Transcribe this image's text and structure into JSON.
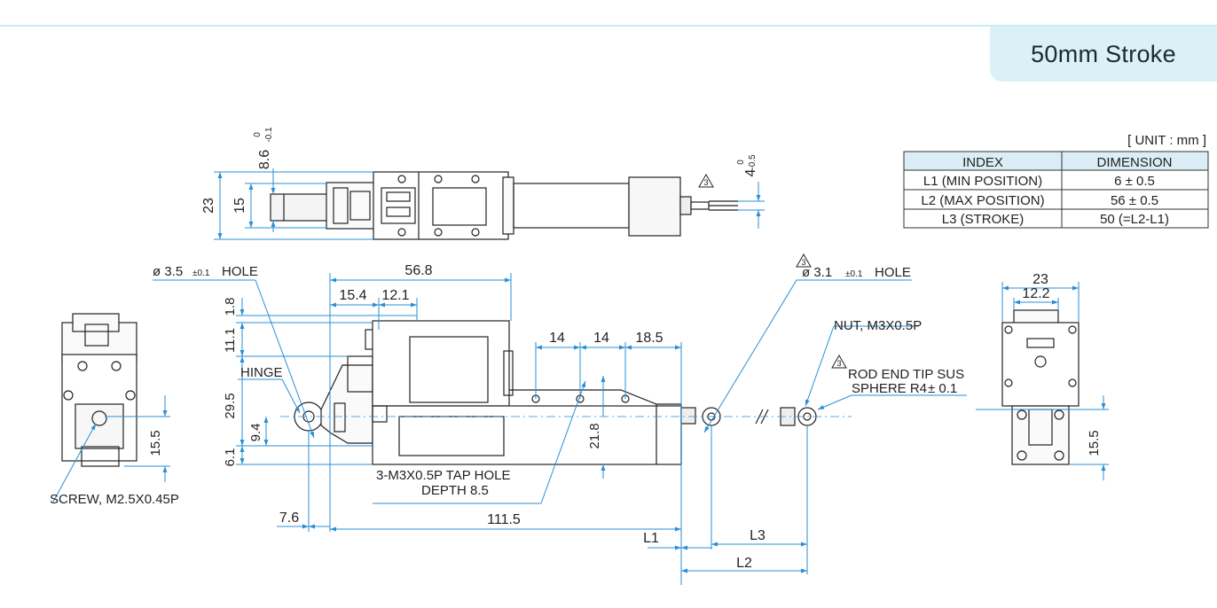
{
  "header": {
    "badge": "50mm Stroke"
  },
  "colors": {
    "accent": "#d9f1f7",
    "dimension_line": "#2a8fd6",
    "outline": "#222222"
  },
  "spec_table": {
    "unit": "[ UNIT : mm ]",
    "headers": [
      "INDEX",
      "DIMENSION"
    ],
    "rows": [
      [
        "L1 (MIN POSITION)",
        "6 ± 0.5"
      ],
      [
        "L2 (MAX POSITION)",
        "56 ± 0.5"
      ],
      [
        "L3 (STROKE)",
        "50 (=L2-L1)"
      ]
    ]
  },
  "top_view": {
    "dim_total_height": "23",
    "dim_inner_height": "15",
    "dim_cap": "8.6",
    "tol_cap_upper": "0",
    "tol_cap_lower": "-0.1",
    "rev_mark": "3",
    "dim_rod": "4",
    "tol_rod_upper": "0",
    "tol_rod_lower": "-0.5"
  },
  "front_view": {
    "hole_left": "ø 3.5",
    "hole_left_tol": "±0.1",
    "hole_left_word": "HOLE",
    "hole_right_mark": "3",
    "hole_right": "ø 3.1",
    "hole_right_tol": "±0.1",
    "hole_right_word": "HOLE",
    "dim_568": "56.8",
    "dim_154": "15.4",
    "dim_121": "12.1",
    "dim_18": "1.8",
    "dim_111": "11.1",
    "dim_295": "29.5",
    "dim_94": "9.4",
    "dim_61": "6.1",
    "dim_14a": "14",
    "dim_14b": "14",
    "dim_185": "18.5",
    "dim_218": "21.8",
    "hinge": "HINGE",
    "tap1": "3-M3X0.5P TAP HOLE",
    "tap2": "DEPTH 8.5",
    "dim_76": "7.6",
    "dim_1115": "111.5",
    "L1": "L1",
    "L2": "L2",
    "L3": "L3",
    "nut": "NUT, M3X0.5P",
    "rod_mark": "3",
    "rod1": "ROD END TIP SUS",
    "rod2": "SPHERE R4",
    "rod_tol": "± 0.1"
  },
  "side_left": {
    "screw": "SCREW, M2.5X0.45P",
    "dim_155": "15.5"
  },
  "side_right": {
    "dim_23": "23",
    "dim_122": "12.2",
    "dim_155": "15.5"
  }
}
